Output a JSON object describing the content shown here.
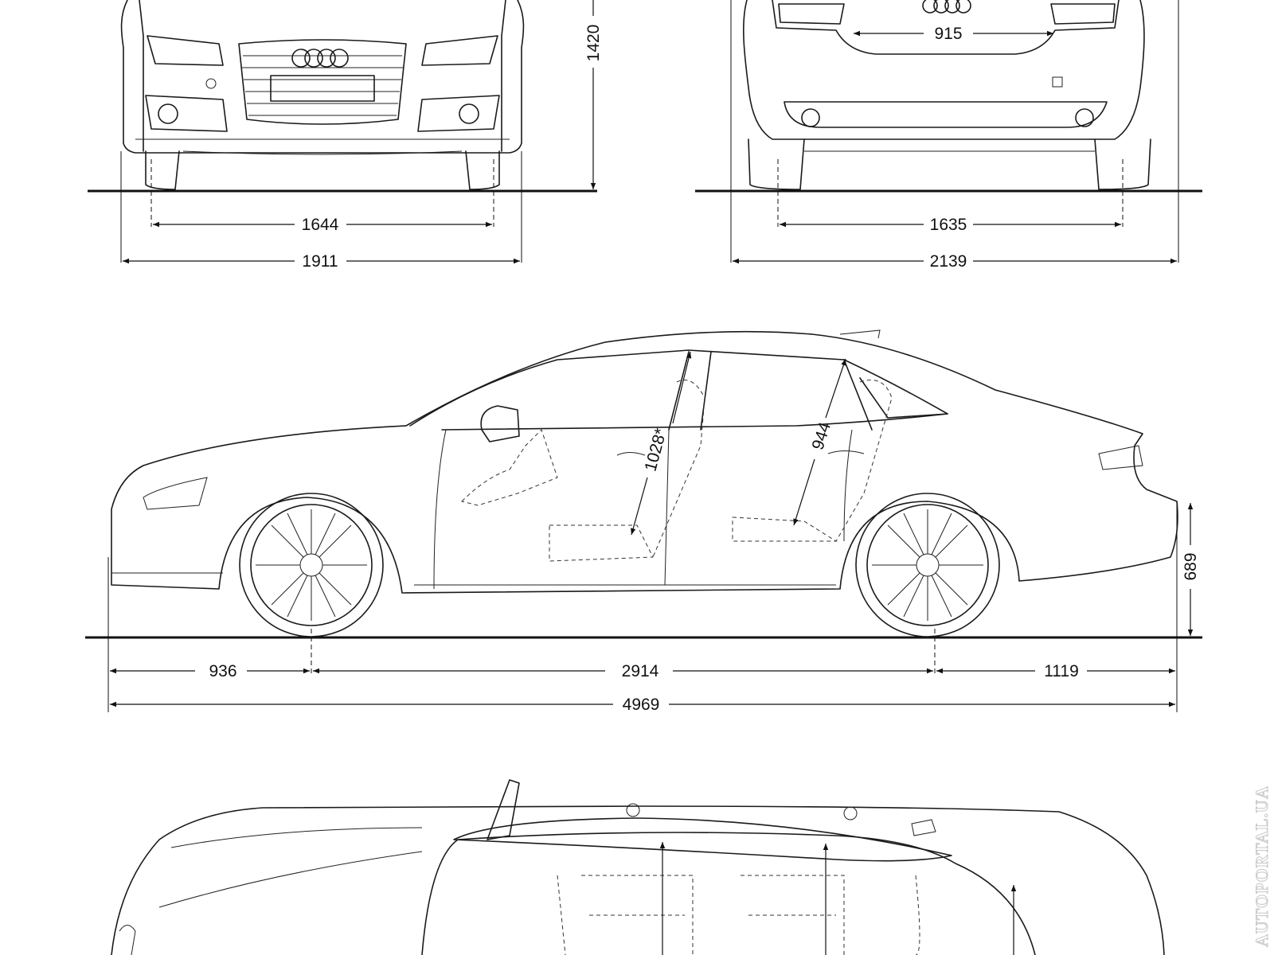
{
  "title": "Audi A7 Sportback dimensions drawing",
  "watermark": "AUTOPORTAL.UA",
  "front_view": {
    "height_label": "1420",
    "front_track_label": "1644",
    "width_label": "1911"
  },
  "rear_view": {
    "tailgate_width_label": "915",
    "rear_track_label": "1635",
    "width_mirrors_label": "2139"
  },
  "side_view": {
    "front_overhang_label": "936",
    "wheelbase_label": "2914",
    "rear_overhang_label": "1119",
    "length_label": "4969",
    "loading_height_label": "689",
    "front_headroom_label": "1028*",
    "rear_headroom_label": "944"
  },
  "colors": {
    "line": "#1a1a1a",
    "background": "#ffffff",
    "watermark": "#c8c8c8"
  }
}
